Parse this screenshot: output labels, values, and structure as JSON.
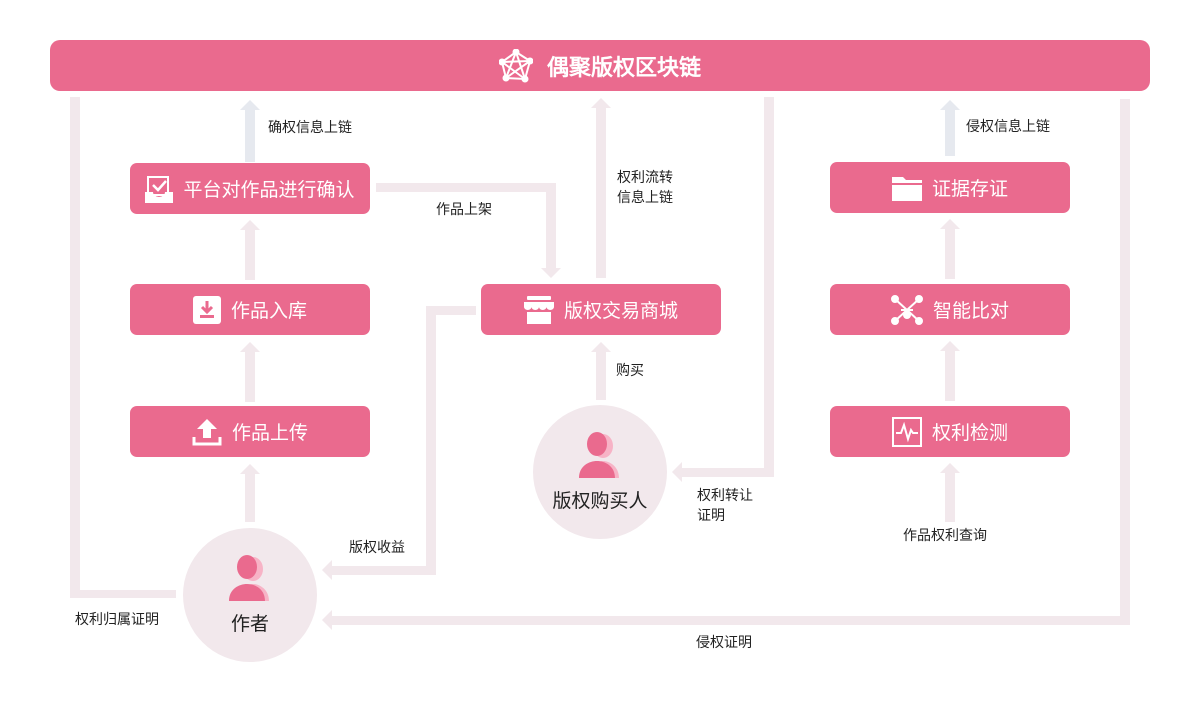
{
  "title": "偶聚版权区块链",
  "colors": {
    "primary": "#ea6a8e",
    "connector": "#f2e8ec",
    "chain_arrow": "#e6e9ef"
  },
  "boxes": {
    "confirm": "平台对作品进行确认",
    "storage": "作品入库",
    "upload": "作品上传",
    "mall": "版权交易商城",
    "evidence": "证据存证",
    "compare": "智能比对",
    "detect": "权利检测"
  },
  "actors": {
    "author": "作者",
    "buyer": "版权购买人"
  },
  "labels": {
    "confirm_chain": "确权信息上链",
    "listing": "作品上架",
    "transfer_chain": "权利流转\n信息上链",
    "buy": "购买",
    "revenue": "版权收益",
    "transfer_proof": "权利转让\n证明",
    "ownership_proof": "权利归属证明",
    "infringe_chain": "侵权信息上链",
    "rights_query": "作品权利查询",
    "infringe_proof": "侵权证明"
  }
}
